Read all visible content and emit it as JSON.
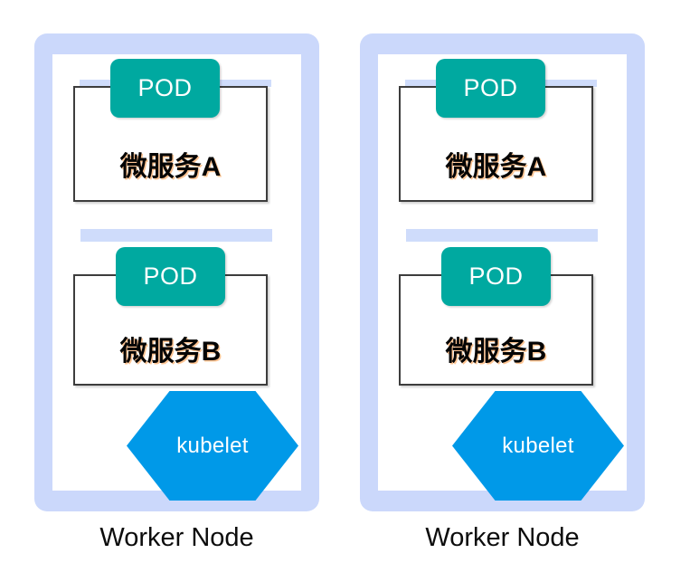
{
  "diagram": {
    "title": "Kubernetes Worker Node microservice deployment",
    "type": "architecture-diagram",
    "colors": {
      "node_frame": "#cbd8fb",
      "inner_panel": "#ffffff",
      "blue_bar": "#cfdcfb",
      "pod_badge": "#00a9a0",
      "pod_text": "#ffffff",
      "service_box_border": "#3d3d3d",
      "service_label": "#050505",
      "kubelet_hexagon": "#0099e8",
      "kubelet_text": "#ffffff",
      "caption_text": "#0c0c0c",
      "background": "#ffffff"
    }
  },
  "nodes": [
    {
      "id": "worker-node-1",
      "caption": "Worker Node",
      "pods": [
        {
          "badge_label": "POD",
          "service_label": "微服务A"
        },
        {
          "badge_label": "POD",
          "service_label": "微服务B"
        }
      ],
      "agent": {
        "label": "kubelet",
        "shape": "hexagon"
      }
    },
    {
      "id": "worker-node-2",
      "caption": "Worker Node",
      "pods": [
        {
          "badge_label": "POD",
          "service_label": "微服务A"
        },
        {
          "badge_label": "POD",
          "service_label": "微服务B"
        }
      ],
      "agent": {
        "label": "kubelet",
        "shape": "hexagon"
      }
    }
  ]
}
